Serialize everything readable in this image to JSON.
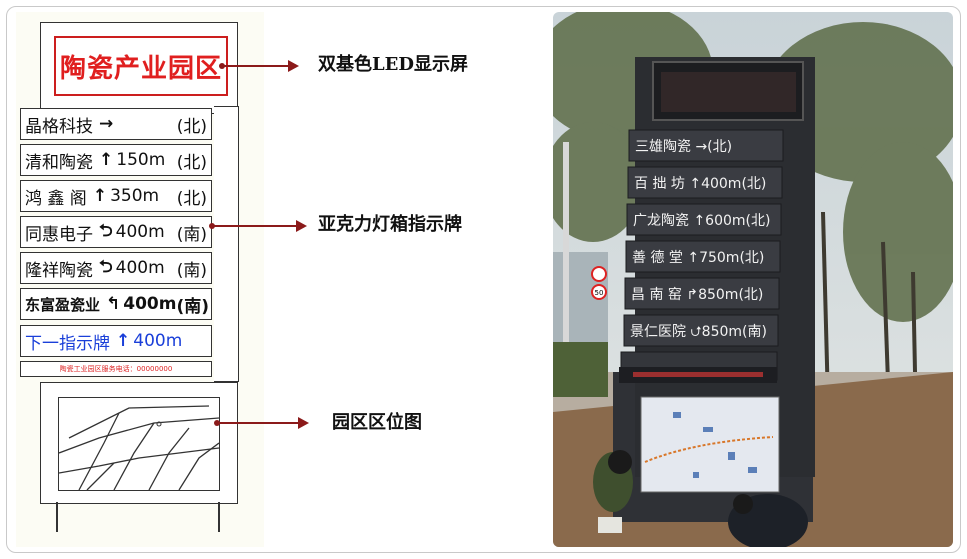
{
  "drawing": {
    "led_text": "陶瓷产业园区",
    "rows": [
      {
        "name": "晶格科技",
        "arrow": "→",
        "dist": "",
        "dir": "(北)"
      },
      {
        "name": "清和陶瓷",
        "arrow": "↑",
        "dist": "150m",
        "dir": "(北)"
      },
      {
        "name": "鸿 鑫 阁",
        "arrow": "↑",
        "dist": "350m",
        "dir": "(北)"
      },
      {
        "name": "同惠电子",
        "arrow": "⮌",
        "dist": "400m",
        "dir": "(南)"
      },
      {
        "name": "隆祥陶瓷",
        "arrow": "⮌",
        "dist": "400m",
        "dir": "(南)"
      },
      {
        "name": "东富盈瓷业",
        "arrow": "↰",
        "dist": "400m",
        "dir": "(南)"
      },
      {
        "name": "下一指示牌",
        "arrow": "↑",
        "dist": "400m",
        "dir": ""
      }
    ],
    "hotline": "陶瓷工业园区服务电话：00000000"
  },
  "callouts": {
    "led": "双基色LED显示屏",
    "acrylic": "亚克力灯箱指示牌",
    "map": "园区区位图"
  },
  "photo": {
    "rows": [
      {
        "name": "三雄陶瓷",
        "arrow": "→",
        "dist": "",
        "dir": "(北)"
      },
      {
        "name": "百 拙 坊",
        "arrow": "↑",
        "dist": "400m",
        "dir": "(北)"
      },
      {
        "name": "广龙陶瓷",
        "arrow": "↑",
        "dist": "600m",
        "dir": "(北)"
      },
      {
        "name": "善 德 堂",
        "arrow": "↑",
        "dist": "750m",
        "dir": "(北)"
      },
      {
        "name": "昌 南 窑",
        "arrow": "↱",
        "dist": "850m",
        "dir": "(北)"
      },
      {
        "name": "景仁医院",
        "arrow": "⮍",
        "dist": "850m",
        "dir": "(南)"
      }
    ],
    "speed_sign": "50"
  },
  "colors": {
    "led_red": "#e01f1f",
    "next_blue": "#1a3fd9",
    "callout_arrow": "#8b1a1a",
    "sign_dark": "#2b2d31"
  }
}
